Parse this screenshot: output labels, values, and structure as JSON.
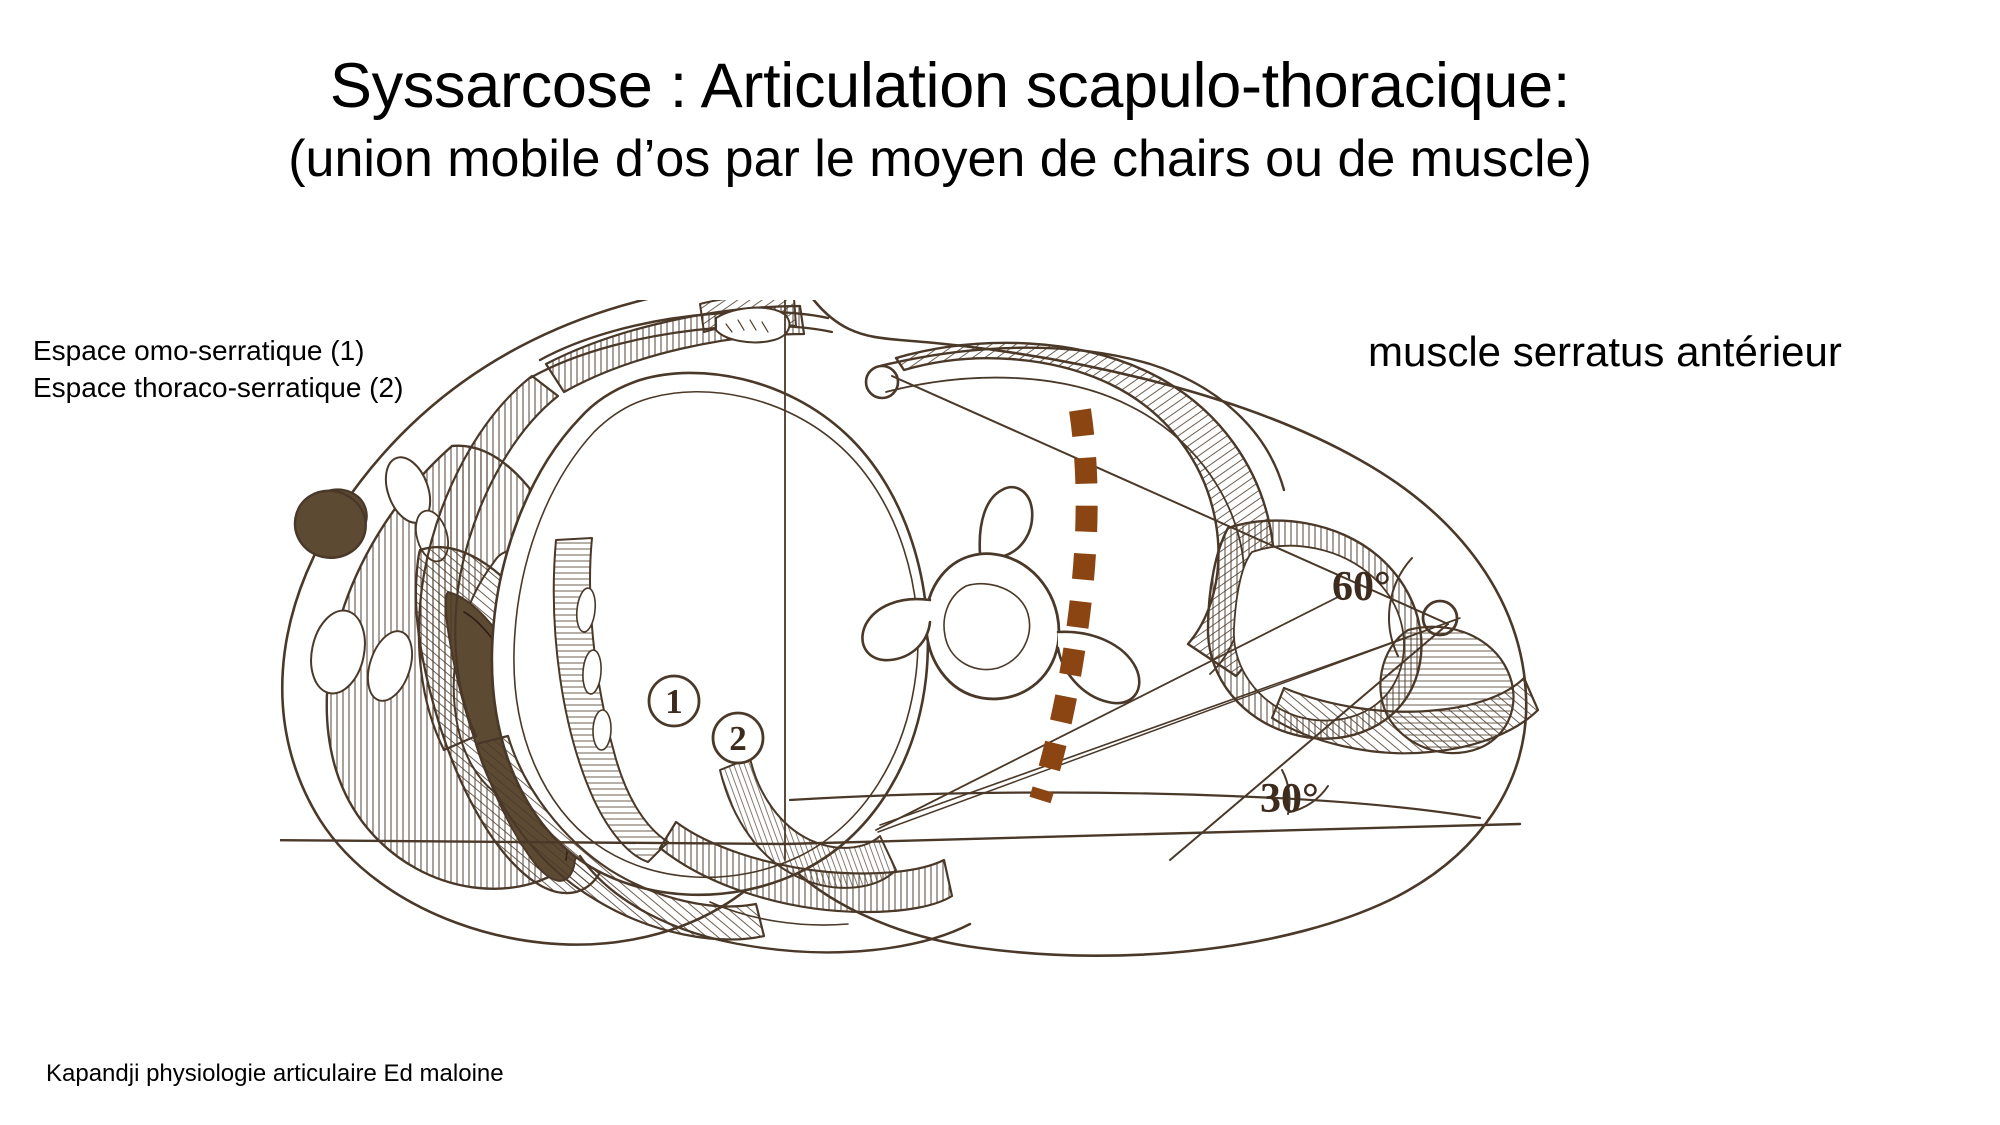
{
  "slide": {
    "title": "Syssarcose : Articulation scapulo-thoracique:",
    "subtitle": "(union mobile d’os par le moyen de chairs ou de muscle)",
    "background_color": "#FFFFFF",
    "text_color": "#000000"
  },
  "labels": {
    "left_annotation": "Espace omo-serratique (1)\nEspace thoraco-serratique (2)",
    "left_line_1": "Espace omo-serratique (1)",
    "left_line_2": "Espace thoraco-serratique (2)",
    "right_annotation": "muscle serratus antérieur"
  },
  "figure": {
    "description": "Coupe horizontale du thorax — articulation scapulo-thoracique (Kapandji)",
    "line_color": "#4A3828",
    "fill_color": "#FFFFFF",
    "shadow_fill": "#5C4A33",
    "highlight_color": "#8B4513",
    "callouts": [
      {
        "id": "1",
        "text": "1",
        "meaning": "Espace omo-serratique"
      },
      {
        "id": "2",
        "text": "2",
        "meaning": "Espace thoraco-serratique"
      }
    ],
    "angles": [
      {
        "id": "angle-60",
        "text": "60°"
      },
      {
        "id": "angle-30",
        "text": "30°"
      }
    ],
    "overlay": {
      "name": "dashed-scapula-path",
      "color": "#8B4513",
      "style": "thick dashed line"
    }
  },
  "credit": "Kapandji physiologie articulaire Ed maloine"
}
